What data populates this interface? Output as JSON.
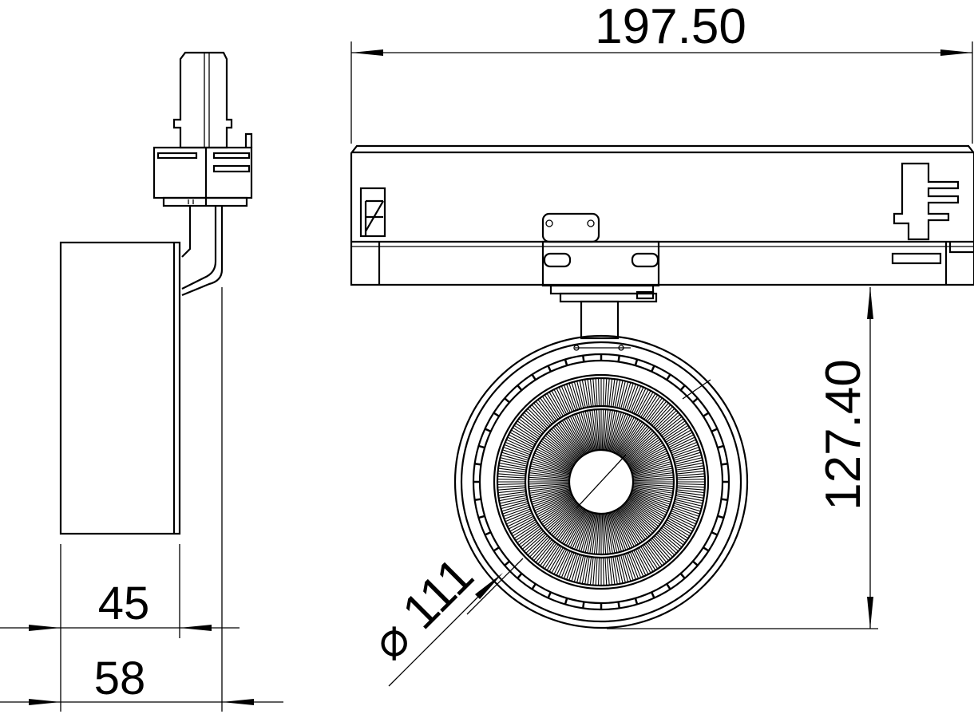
{
  "dimensions": {
    "length": "197.50",
    "height": "127.40",
    "diameter_symbol": "⌀",
    "diameter": "111",
    "head_depth": "45",
    "total_depth": "58"
  },
  "colors": {
    "line": "#000000",
    "background": "#ffffff"
  }
}
